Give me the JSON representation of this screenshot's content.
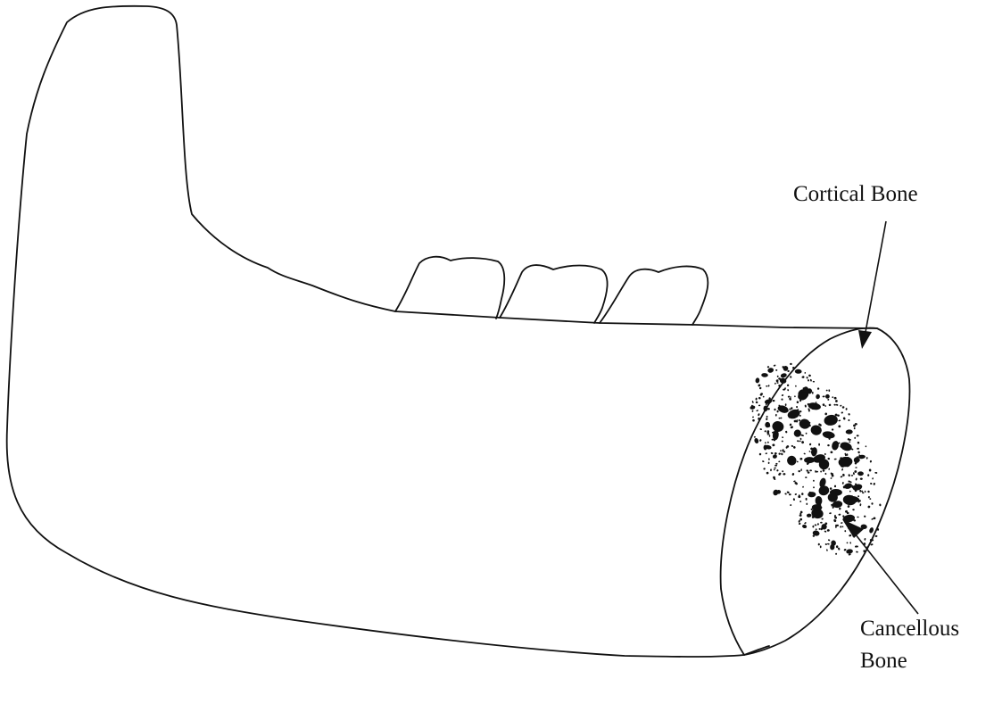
{
  "labels": {
    "cortical": "Cortical Bone",
    "cancellous_line1": "Cancellous",
    "cancellous_line2": "Bone"
  },
  "colors": {
    "line": "#111111",
    "background": "#ffffff"
  }
}
